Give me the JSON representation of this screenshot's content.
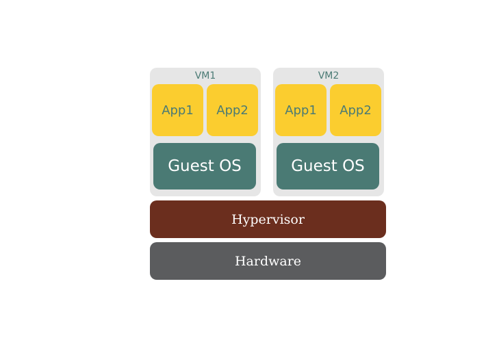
{
  "vms": [
    {
      "label": "VM1",
      "apps": [
        "App1",
        "App2"
      ],
      "os": "Guest OS"
    },
    {
      "label": "VM2",
      "apps": [
        "App1",
        "App2"
      ],
      "os": "Guest OS"
    }
  ],
  "layers": {
    "hypervisor": "Hypervisor",
    "hardware": "Hardware"
  },
  "colors": {
    "vm_box": "#e6e6e6",
    "app": "#fbcd2f",
    "guest_os": "#4a7a74",
    "hypervisor": "#6b2e1e",
    "hardware": "#5b5c5e"
  }
}
